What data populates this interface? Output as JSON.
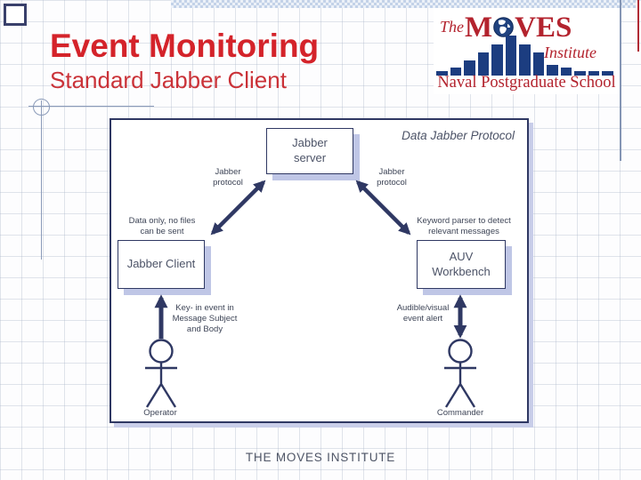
{
  "slide": {
    "title": "Event Monitoring",
    "subtitle": "Standard Jabber Client",
    "footer": "THE MOVES INSTITUTE",
    "accent_red": "#d4232a",
    "navy": "#2f3863",
    "shadow_periwinkle": "#c9cee9",
    "slate_line": "#8a9ab8"
  },
  "logo": {
    "prefix": "The",
    "name_left": "M",
    "name_right": "VES",
    "suffix": "Institute",
    "subtitle": "Naval Postgraduate School",
    "globe_icon": "globe-icon",
    "text_red": "#b3232e",
    "bar_color": "#1c3d80",
    "bar_heights": [
      5,
      9,
      17,
      26,
      35,
      45,
      35,
      26,
      12,
      9,
      5,
      5,
      5
    ]
  },
  "diagram": {
    "caption": "Data Jabber Protocol",
    "server": "Jabber\nserver",
    "left_protocol": "Jabber\nprotocol",
    "right_protocol": "Jabber\nprotocol",
    "left_note": "Data only, no files\ncan be sent",
    "right_note": "Keyword parser to detect\nrelevant messages",
    "client": "Jabber Client",
    "workbench": "AUV\nWorkbench",
    "left_action": "Key- in event in\nMessage Subject\nand Body",
    "right_action": "Audible/visual\nevent alert",
    "operator": "Operator",
    "commander": "Commander"
  }
}
